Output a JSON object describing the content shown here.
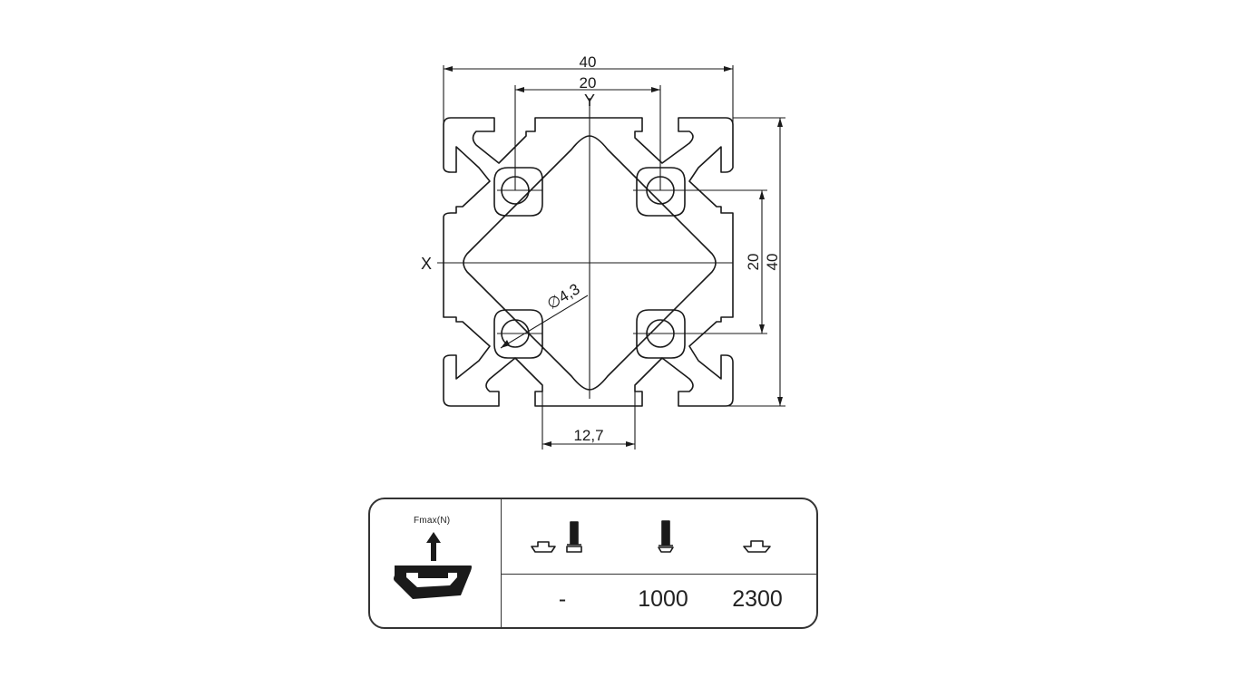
{
  "drawing": {
    "dimensions": {
      "width_overall": "40",
      "width_slot_spacing": "20",
      "height_overall": "40",
      "height_slot_spacing": "20",
      "slot_opening": "12,7",
      "hole_diameter": "∅4,3"
    },
    "axes": {
      "x_label": "X",
      "y_label": "Y"
    },
    "colors": {
      "line": "#1a1a1a",
      "background": "#ffffff"
    }
  },
  "load_table": {
    "force_label": "Fmax(N)",
    "icons": [
      "profile-slot-arrow-icon",
      "t-nut-with-bolt-icon",
      "bolt-icon",
      "t-nut-icon"
    ],
    "values": [
      "-",
      "1000",
      "2300"
    ]
  }
}
